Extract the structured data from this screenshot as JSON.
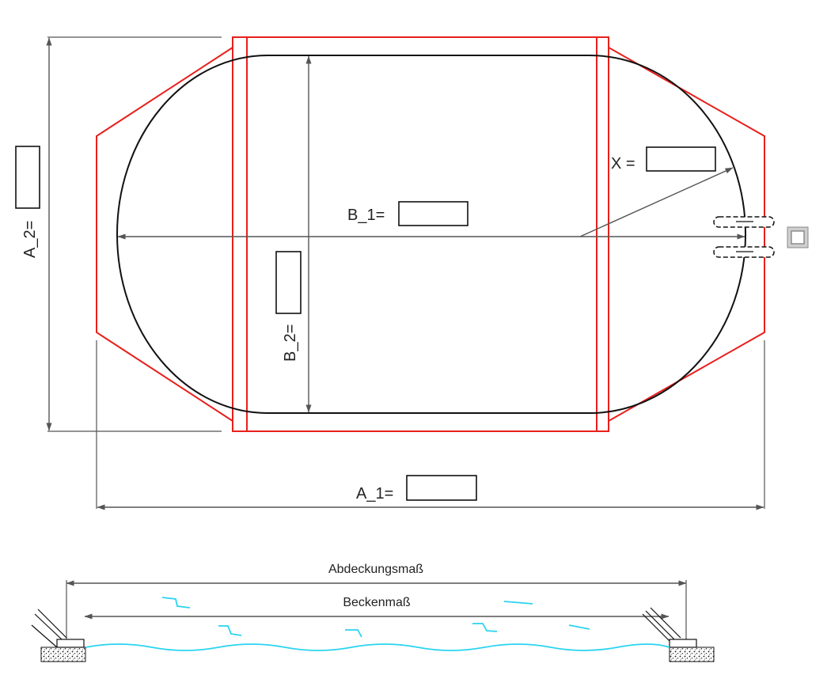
{
  "labels": {
    "a1": "A_1=",
    "a2": "A_2=",
    "b1": "B_1=",
    "b2": "B_2=",
    "x": "X ="
  },
  "inputs": {
    "a1": "",
    "a2": "",
    "b1": "",
    "b2": "",
    "x": ""
  },
  "section": {
    "cover_dim": "Abdeckungsmaß",
    "pool_dim": "Beckenmaß"
  },
  "colors": {
    "cover_outline": "#e8201c",
    "pool_outline": "#111111",
    "dimension_lines": "#555555",
    "water": "#2ad4f0"
  },
  "icons": {
    "side_marker": "square-marker-icon",
    "ladder": "pool-ladder-icon"
  }
}
